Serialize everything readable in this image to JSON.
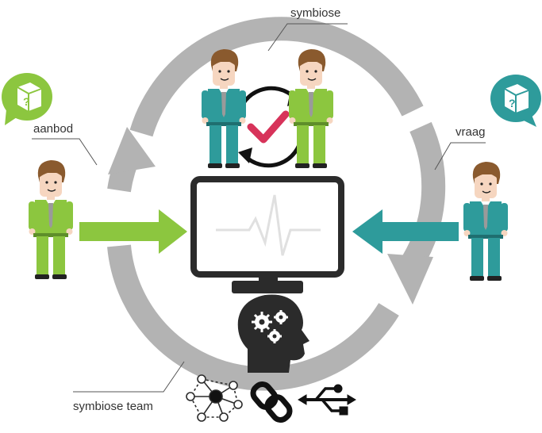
{
  "labels": {
    "symbiose": "symbiose",
    "aanbod": "aanbod",
    "vraag": "vraag",
    "symbiose_team": "symbiose team"
  },
  "colors": {
    "green": "#8cc63f",
    "green_dark": "#5e8e2a",
    "teal": "#2e9b9b",
    "teal_dark": "#1f6f70",
    "ring": "#b3b3b3",
    "dark": "#2b2b2b",
    "check": "#d7335a",
    "skin": "#f6d6c0",
    "hair": "#8a5a2e",
    "tie": "#9a9a9a"
  },
  "icons": [
    "box-question-bubble-green-icon",
    "box-question-bubble-teal-icon",
    "monitor-pulse-icon",
    "head-gears-icon",
    "network-icon",
    "chain-link-icon",
    "usb-icon",
    "check-cycle-icon"
  ]
}
